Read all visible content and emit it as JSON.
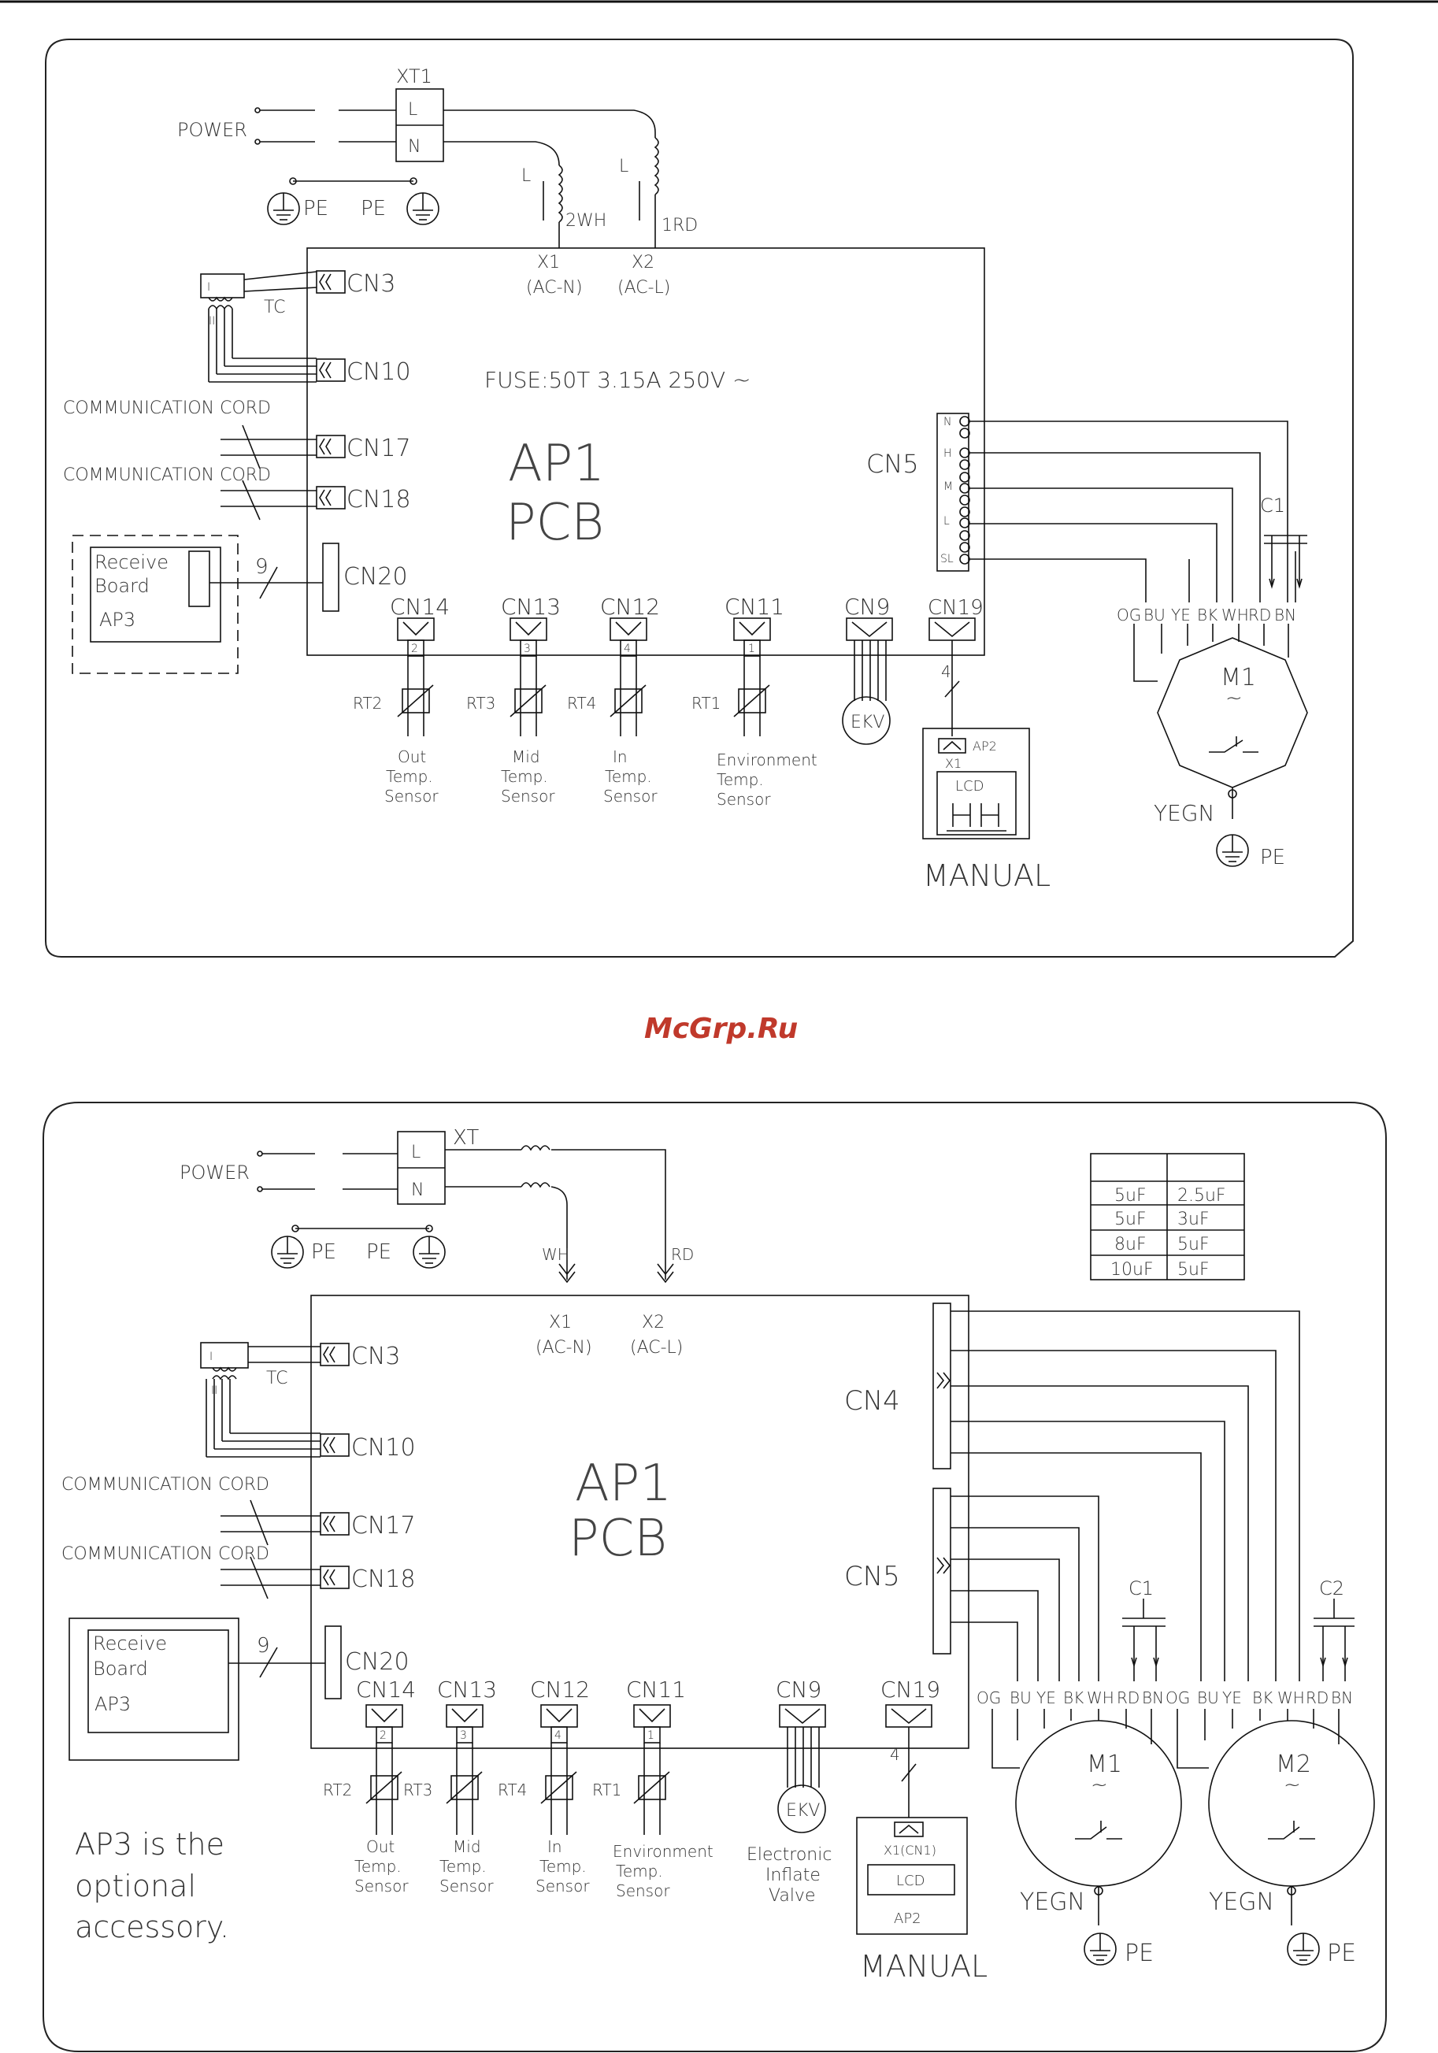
{
  "watermark": "McGrp.Ru",
  "diagram1": {
    "terminal_block": "XT1",
    "power": "POWER",
    "L": "L",
    "N": "N",
    "pe_left": "PE",
    "pe_right": "PE",
    "wire_l1": "L",
    "wire_l2": "L",
    "wire_wh": "2WH",
    "wire_rd": "1RD",
    "x1": "X1",
    "x1_sub": "(AC-N)",
    "x2": "X2",
    "x2_sub": "(AC-L)",
    "fuse": "FUSE:50T  3.15A  250V  ~",
    "tc": "TC",
    "tc_i": "I",
    "tc_ii": "II",
    "cn3": "CN3",
    "cn10": "CN10",
    "cn17": "CN17",
    "cn18": "CN18",
    "cn20": "CN20",
    "cn5": "CN5",
    "comm1": "COMMUNICATION CORD",
    "comm2": "COMMUNICATION CORD",
    "ap1": "AP1",
    "pcb": "PCB",
    "receive_board": "Receive",
    "receive_board2": "Board",
    "ap3": "AP3",
    "wire_9": "9",
    "cn5_pins": [
      "N",
      "H",
      "M",
      "L",
      "SL"
    ],
    "sensors": [
      {
        "cn": "CN14",
        "pin": "2",
        "rt": "RT2",
        "l1": "Out",
        "l2": "Temp.",
        "l3": "Sensor"
      },
      {
        "cn": "CN13",
        "pin": "3",
        "rt": "RT3",
        "l1": "Mid",
        "l2": "Temp.",
        "l3": "Sensor"
      },
      {
        "cn": "CN12",
        "pin": "4",
        "rt": "RT4",
        "l1": "In",
        "l2": "Temp.",
        "l3": "Sensor"
      },
      {
        "cn": "CN11",
        "pin": "1",
        "rt": "RT1",
        "l1": "Environment",
        "l2": "Temp.",
        "l3": "Sensor"
      }
    ],
    "cn9": "CN9",
    "ekv": "EKV",
    "cn19": "CN19",
    "wire_4": "4",
    "ap2": "AP2",
    "x1_small": "X1",
    "lcd": "LCD",
    "manual": "MANUAL",
    "c1": "C1",
    "motor": "M1",
    "tilde": "~",
    "wire_colors": [
      "OG",
      "BU",
      "YE",
      "BK",
      "WH",
      "RD",
      "BN"
    ],
    "yegn": "YEGN",
    "pe_motor": "PE"
  },
  "diagram2": {
    "terminal_block": "XT",
    "power": "POWER",
    "L": "L",
    "N": "N",
    "pe_left": "PE",
    "pe_right": "PE",
    "wh": "WH",
    "rd": "RD",
    "x1": "X1",
    "x1_sub": "(AC-N)",
    "x2": "X2",
    "x2_sub": "(AC-L)",
    "capacitor_table": [
      [
        "5uF",
        "2.5uF"
      ],
      [
        "5uF",
        "3uF"
      ],
      [
        "8uF",
        "5uF"
      ],
      [
        "10uF",
        "5uF"
      ]
    ],
    "tc": "TC",
    "tc_i": "I",
    "tc_ii": "II",
    "cn3": "CN3",
    "cn10": "CN10",
    "cn17": "CN17",
    "cn18": "CN18",
    "cn20": "CN20",
    "cn4": "CN4",
    "cn5": "CN5",
    "comm1": "COMMUNICATION CORD",
    "comm2": "COMMUNICATION CORD",
    "ap1": "AP1",
    "pcb": "PCB",
    "receive_board": "Receive",
    "receive_board2": "Board",
    "ap3": "AP3",
    "wire_9": "9",
    "sensors": [
      {
        "cn": "CN14",
        "pin": "2",
        "rt": "RT2",
        "l1": "Out",
        "l2": "Temp.",
        "l3": "Sensor"
      },
      {
        "cn": "CN13",
        "pin": "3",
        "rt": "RT3",
        "l1": "Mid",
        "l2": "Temp.",
        "l3": "Sensor"
      },
      {
        "cn": "CN12",
        "pin": "4",
        "rt": "RT4",
        "l1": "In",
        "l2": "Temp.",
        "l3": "Sensor"
      },
      {
        "cn": "CN11",
        "pin": "1",
        "rt": "RT1",
        "l1": "Environment",
        "l2": "Temp.",
        "l3": "Sensor"
      }
    ],
    "cn9": "CN9",
    "ekv": "EKV",
    "ekv_l1": "Electronic",
    "ekv_l2": "Inflate",
    "ekv_l3": "Valve",
    "cn19": "CN19",
    "wire_4": "4",
    "x1cn": "X1(CN1)",
    "lcd": "LCD",
    "ap2": "AP2",
    "manual": "MANUAL",
    "c1": "C1",
    "c2": "C2",
    "m1": "M1",
    "m2": "M2",
    "tilde": "~",
    "wire_colors": [
      "OG",
      "BU",
      "YE",
      "BK",
      "WH",
      "RD",
      "BN"
    ],
    "yegn": "YEGN",
    "pe": "PE",
    "note1": "AP3  is  the",
    "note2": "optional",
    "note3": "accessory."
  }
}
